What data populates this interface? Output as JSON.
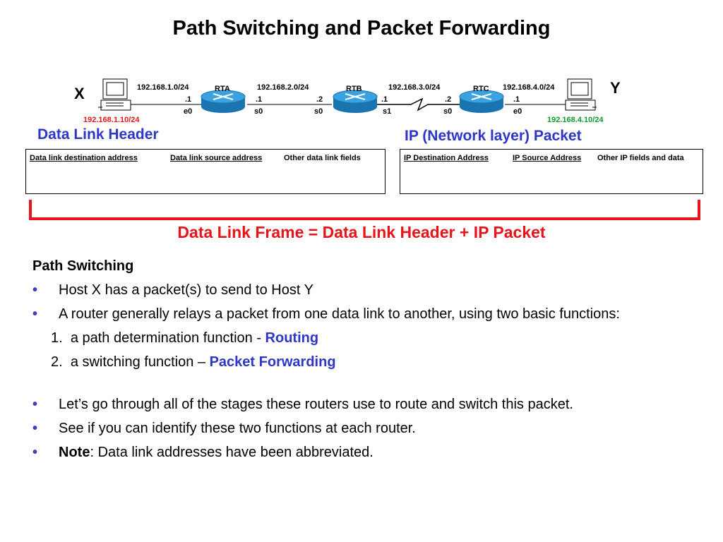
{
  "title": "Path Switching and Packet Forwarding",
  "hosts": {
    "x_label": "X",
    "y_label": "Y",
    "x_ip": "192.168.1.10/24",
    "y_ip": "192.168.4.10/24"
  },
  "routers": {
    "rta": "RTA",
    "rtb": "RTB",
    "rtc": "RTC"
  },
  "networks": [
    "192.168.1.0/24",
    "192.168.2.0/24",
    "192.168.3.0/24",
    "192.168.4.0/24"
  ],
  "interfaces": {
    "rta_left_addr": ".1",
    "rta_left_if": "e0",
    "rta_right_addr": ".1",
    "rta_right_if": "s0",
    "rtb_left_addr": ".2",
    "rtb_left_if": "s0",
    "rtb_right_addr": ".1",
    "rtb_right_if": "s1",
    "rtc_left_addr": ".2",
    "rtc_left_if": "s0",
    "rtc_right_addr": ".1",
    "rtc_right_if": "e0"
  },
  "data_link_header": {
    "title": "Data Link Header",
    "fields": [
      "Data link destination address",
      "Data link source address",
      "Other data link fields"
    ]
  },
  "ip_packet": {
    "title": "IP (Network layer) Packet",
    "fields": [
      "IP Destination Address",
      "IP Source Address",
      "Other IP fields and data"
    ]
  },
  "frame_equation": "Data Link Frame = Data Link Header + IP Packet",
  "colors": {
    "red": "#e8141c",
    "green": "#0d9a2f",
    "blue": "#2d36c8",
    "router": "#1f87c8"
  },
  "content": {
    "heading": "Path Switching",
    "bullet_char": "•",
    "bullet1": "Host X has a packet(s) to send to Host Y",
    "bullet2": "A router generally relays a packet from one data link to another, using two basic functions:",
    "item1_num": "1.",
    "item1_text": "a path determination function - ",
    "item1_bold": "Routing",
    "item2_num": "2.",
    "item2_text": "a switching function – ",
    "item2_bold": "Packet Forwarding",
    "bullet3": "Let’s go through all of the stages these routers use to route and switch this packet.",
    "bullet4": "See if you can identify these two functions at each router.",
    "bullet5_bold": "Note",
    "bullet5_rest": ": Data link addresses have been abbreviated."
  }
}
